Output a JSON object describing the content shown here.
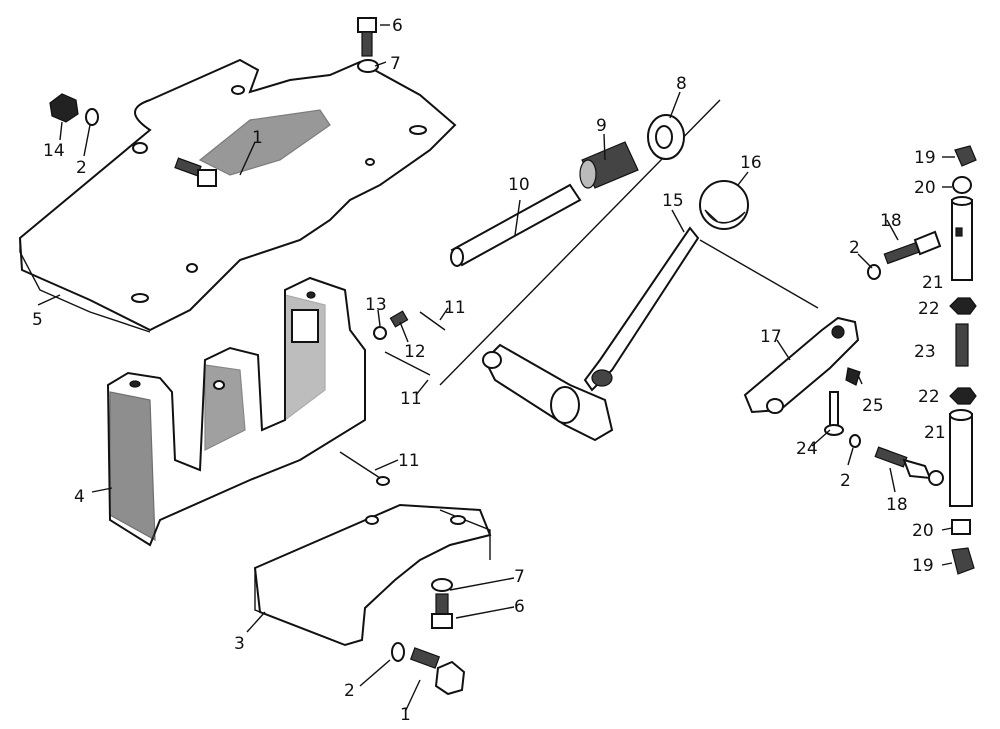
{
  "labels": {
    "l1a": "1",
    "l1b": "1",
    "l2a": "2",
    "l2b": "2",
    "l2c": "2",
    "l2d": "2",
    "l3": "3",
    "l4": "4",
    "l5": "5",
    "l6a": "6",
    "l6b": "6",
    "l7a": "7",
    "l7b": "7",
    "l8": "8",
    "l9": "9",
    "l10": "10",
    "l11a": "11",
    "l11b": "11",
    "l11c": "11",
    "l12": "12",
    "l13": "13",
    "l14": "14",
    "l15": "15",
    "l16": "16",
    "l17": "17",
    "l18a": "18",
    "l18b": "18",
    "l19a": "19",
    "l19b": "19",
    "l20a": "20",
    "l20b": "20",
    "l21a": "21",
    "l21b": "21",
    "l22a": "22",
    "l22b": "22",
    "l23": "23",
    "l24": "24",
    "l25": "25"
  }
}
